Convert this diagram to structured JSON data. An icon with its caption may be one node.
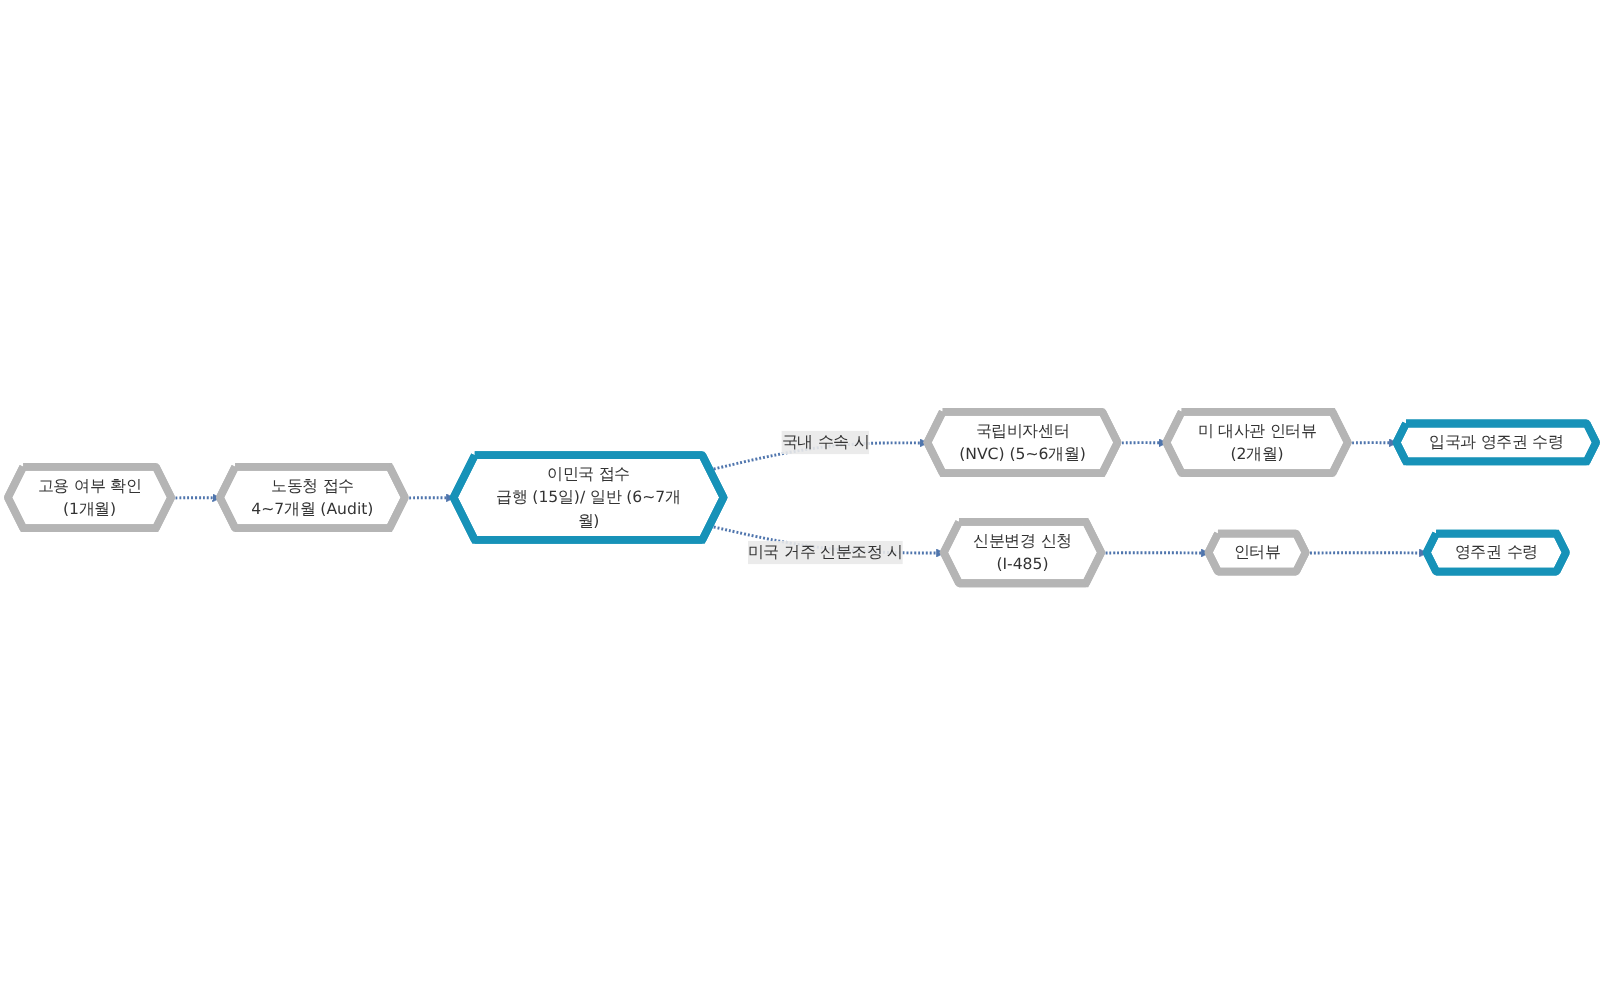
{
  "diagram": {
    "nodes": [
      {
        "text": [
          "고용 여부 확인",
          "(1개월)"
        ]
      },
      {
        "text": [
          "노동청 접수",
          "4~7개월 (Audit)"
        ]
      },
      {
        "text": [
          "이민국 접수",
          "급행 (15일)/ 일반 (6~7개월)"
        ]
      },
      {
        "text": [
          "국립비자센터",
          "(NVC) (5~6개월)"
        ]
      },
      {
        "text": [
          "미 대사관 인터뷰",
          "(2개월)"
        ]
      },
      {
        "text": [
          "입국과 영주권 수령"
        ]
      },
      {
        "text": [
          "신분변경 신청",
          "(I-485)"
        ]
      },
      {
        "text": [
          "인터뷰"
        ]
      },
      {
        "text": [
          "영주권 수령"
        ]
      }
    ],
    "edges": [
      {
        "from": 0,
        "to": 1,
        "arrow": "to",
        "style": "dashed"
      },
      {
        "from": 1,
        "to": 2,
        "arrow": "to",
        "style": "dashed"
      },
      {
        "from": 2,
        "to": 3,
        "arrow": "to",
        "style": "dashed",
        "label": "국내 수속 시"
      },
      {
        "from": 3,
        "to": 4,
        "arrow": "to",
        "style": "dashed"
      },
      {
        "from": 4,
        "to": 5,
        "arrow": "to",
        "style": "dashed"
      },
      {
        "from": 2,
        "to": 6,
        "arrow": "to",
        "style": "dashed",
        "label": "미국 거주 신분조정 시"
      },
      {
        "from": 6,
        "to": 7,
        "arrow": "to",
        "style": "dashed"
      },
      {
        "from": 7,
        "to": 8,
        "arrow": "to",
        "style": "dashed"
      }
    ]
  }
}
